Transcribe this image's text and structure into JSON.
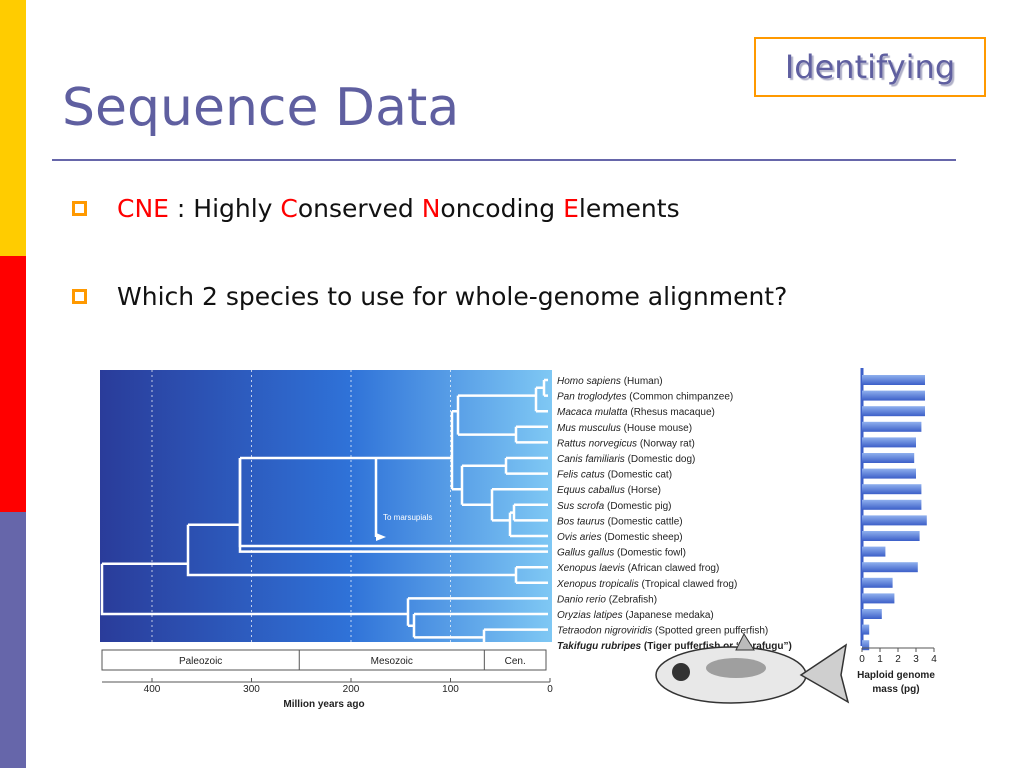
{
  "slide": {
    "badge": "Identifying",
    "title": "Sequence Data",
    "bullet1": {
      "term": "CNE",
      "sep": " : Highly ",
      "c": "C",
      "w1": "onserved ",
      "n": "N",
      "w2": "oncoding ",
      "e": "E",
      "w3": "lements"
    },
    "bullet2": "Which 2 species to use for whole-genome alignment?"
  },
  "colors": {
    "title": "#5f5fa0",
    "accent_orange": "#ff9900",
    "highlight": "#ff0000",
    "band_yellow": "#ffcc00",
    "band_red": "#ff0000",
    "band_purple": "#6666aa"
  },
  "figure": {
    "eras": [
      "Paleozoic",
      "Mesozoic",
      "Cen."
    ],
    "time_ticks": [
      "400",
      "300",
      "200",
      "100",
      "0"
    ],
    "time_label": "Million years ago",
    "marsupial_label": "To marsupials",
    "genome_ticks": [
      "0",
      "1",
      "2",
      "3",
      "4"
    ],
    "genome_label_1": "Haploid genome",
    "genome_label_2": "mass (pg)",
    "species": [
      {
        "latin": "Homo sapiens",
        "common": " (Human)",
        "mass": 3.5
      },
      {
        "latin": "Pan troglodytes",
        "common": " (Common chimpanzee)",
        "mass": 3.5
      },
      {
        "latin": "Macaca mulatta",
        "common": " (Rhesus macaque)",
        "mass": 3.5
      },
      {
        "latin": "Mus musculus",
        "common": " (House mouse)",
        "mass": 3.3
      },
      {
        "latin": "Rattus norvegicus",
        "common": " (Norway rat)",
        "mass": 3.0
      },
      {
        "latin": "Canis familiaris",
        "common": " (Domestic dog)",
        "mass": 2.9
      },
      {
        "latin": "Felis catus",
        "common": " (Domestic cat)",
        "mass": 3.0
      },
      {
        "latin": "Equus caballus",
        "common": " (Horse)",
        "mass": 3.3
      },
      {
        "latin": "Sus scrofa",
        "common": " (Domestic pig)",
        "mass": 3.3
      },
      {
        "latin": "Bos taurus",
        "common": " (Domestic cattle)",
        "mass": 3.6
      },
      {
        "latin": "Ovis aries",
        "common": " (Domestic sheep)",
        "mass": 3.2
      },
      {
        "latin": "Gallus gallus",
        "common": " (Domestic fowl)",
        "mass": 1.3
      },
      {
        "latin": "Xenopus laevis",
        "common": " (African clawed frog)",
        "mass": 3.1
      },
      {
        "latin": "Xenopus tropicalis",
        "common": " (Tropical clawed frog)",
        "mass": 1.7
      },
      {
        "latin": "Danio rerio",
        "common": " (Zebrafish)",
        "mass": 1.8
      },
      {
        "latin": "Oryzias latipes",
        "common": " (Japanese medaka)",
        "mass": 1.1
      },
      {
        "latin": "Tetraodon nigroviridis",
        "common": " (Spotted green pufferfish)",
        "mass": 0.4
      },
      {
        "latin": "Takifugu rubripes",
        "common": " (Tiger pufferfish or “Torafugu”)",
        "mass": 0.4,
        "bold": true
      }
    ]
  }
}
